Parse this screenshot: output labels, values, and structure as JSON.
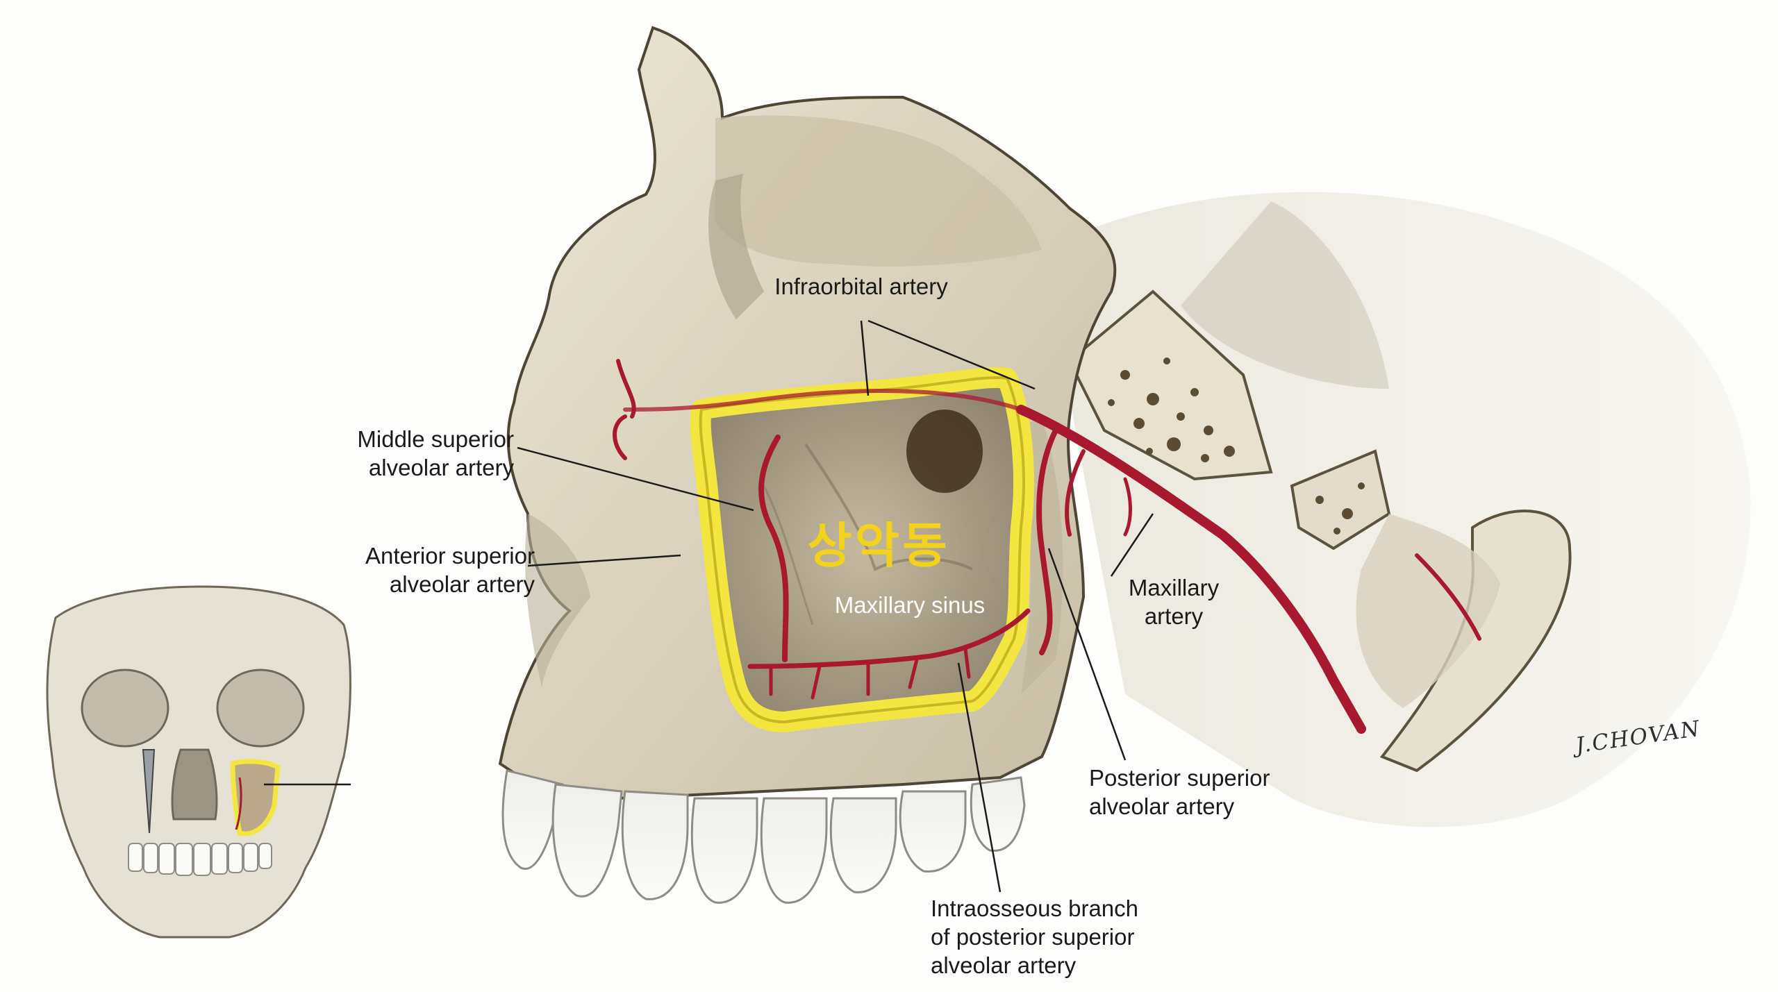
{
  "labels": {
    "infraorbital": "Infraorbital artery",
    "middle_superior": [
      "Middle superior",
      "alveolar artery"
    ],
    "anterior_superior": [
      "Anterior superior",
      "alveolar artery"
    ],
    "korean_title": "상악동",
    "maxillary_sinus": "Maxillary sinus",
    "maxillary_artery": [
      "Maxillary",
      "artery"
    ],
    "posterior_superior": [
      "Posterior superior",
      "alveolar artery"
    ],
    "intraosseous": [
      "Intraosseous branch",
      "of posterior superior",
      "alveolar artery"
    ]
  },
  "signature": "J.CHOVAN",
  "colors": {
    "bone": "#ddd6c4",
    "bone_shadow": "#a59c86",
    "artery": "#a8182f",
    "sinus_outline": "#f4e640",
    "leader_line": "#1a1a1a"
  }
}
